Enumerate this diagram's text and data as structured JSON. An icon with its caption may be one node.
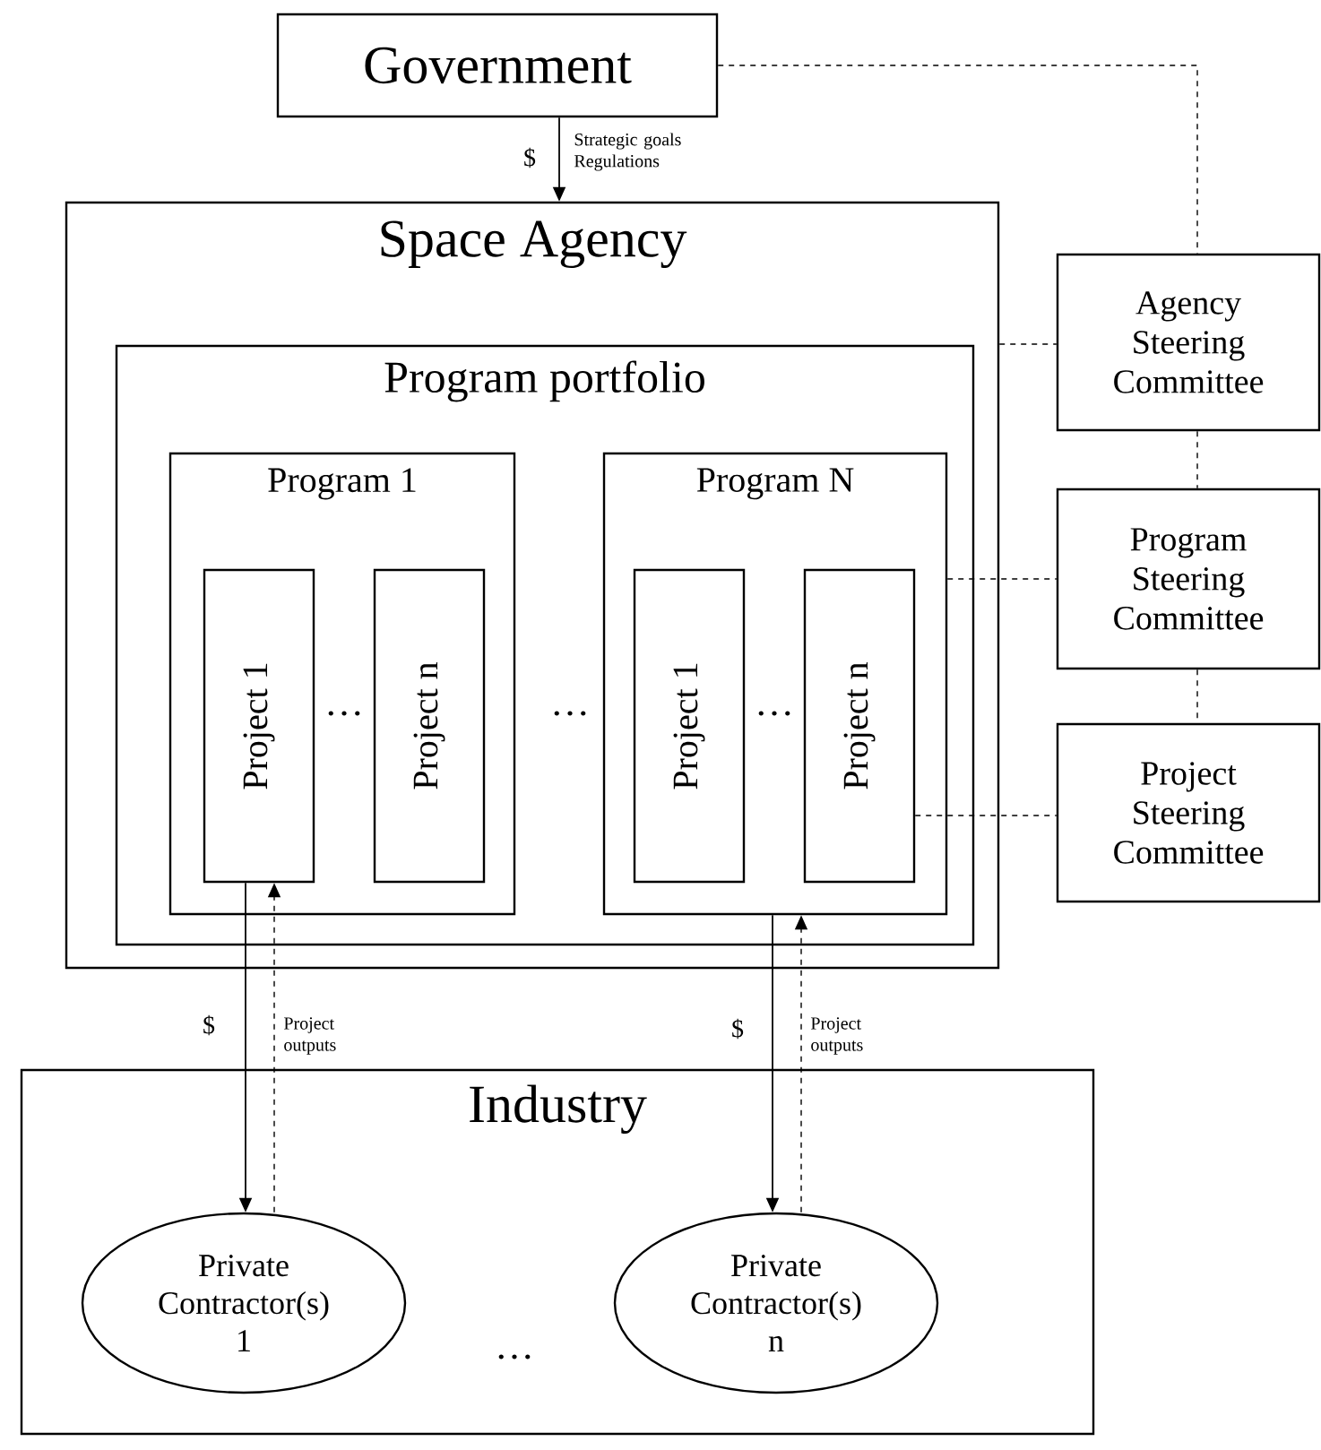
{
  "diagram": {
    "nodes": [
      {
        "text": [
          "Government"
        ]
      },
      {
        "text": [
          "Space Agency"
        ]
      },
      {
        "text": [
          "Program portfolio"
        ],
        "in": 1
      },
      {
        "text": [
          "Program  1"
        ],
        "in": 2
      },
      {
        "text": [
          "Project 1"
        ],
        "in": 3
      },
      {
        "text": [
          "Project n"
        ],
        "in": 3
      },
      {
        "text": [
          "Program  N"
        ],
        "in": 2
      },
      {
        "text": [
          "Project 1"
        ],
        "in": 6
      },
      {
        "text": [
          "Project n"
        ],
        "in": 6
      },
      {
        "text": [
          "Agency Steering Committee"
        ]
      },
      {
        "text": [
          "Program Steering Committee"
        ]
      },
      {
        "text": [
          "Project Steering Committee"
        ]
      },
      {
        "text": [
          "Industry"
        ]
      },
      {
        "text": [
          "Private Contractor(s) 1"
        ],
        "in": 12
      },
      {
        "text": [
          "Private Contractor(s) n"
        ],
        "in": 12
      }
    ],
    "edges": [
      {
        "from": 0,
        "to": 1,
        "arrow": "to",
        "label": "$"
      },
      {
        "from": 4,
        "to": 13,
        "arrow": "to",
        "label": "$"
      },
      {
        "from": 13,
        "to": 4,
        "arrow": "to",
        "label": "Project outputs",
        "style": "dashed"
      },
      {
        "from": 6,
        "to": 14,
        "arrow": "to",
        "label": "$"
      },
      {
        "from": 14,
        "to": 6,
        "arrow": "to",
        "label": "Project outputs",
        "style": "dashed"
      },
      {
        "from": 0,
        "to": 9,
        "arrow": "none",
        "style": "dashed"
      },
      {
        "from": 1,
        "to": 9,
        "arrow": "none",
        "style": "dashed"
      },
      {
        "from": 9,
        "to": 10,
        "arrow": "none",
        "style": "dashed"
      },
      {
        "from": 6,
        "to": 10,
        "arrow": "none",
        "style": "dashed"
      },
      {
        "from": 10,
        "to": 11,
        "arrow": "none",
        "style": "dashed"
      },
      {
        "from": 8,
        "to": 11,
        "arrow": "none",
        "style": "dashed"
      }
    ],
    "labels": [
      "Strategic goals Regulations",
      "…",
      "…",
      "…",
      "…"
    ]
  }
}
